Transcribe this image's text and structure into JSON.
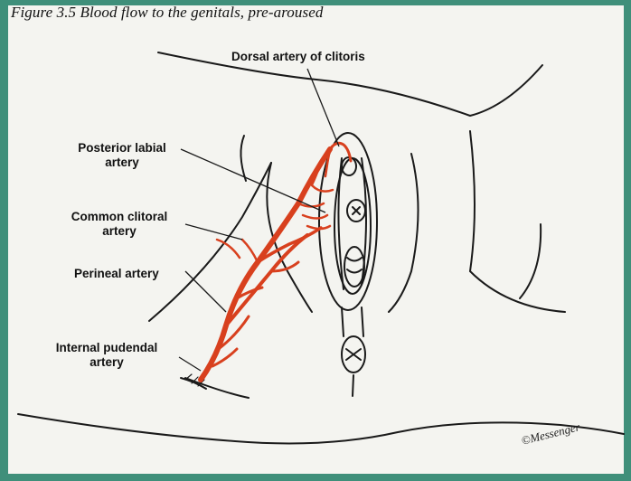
{
  "figure": {
    "title": "Figure 3.5  Blood flow to the genitals, pre-aroused",
    "signature": "©Messenger"
  },
  "labels": {
    "dorsal_artery": "Dorsal artery of clitoris",
    "posterior_labial_1": "Posterior labial",
    "posterior_labial_2": "artery",
    "common_clitoral_1": "Common clitoral",
    "common_clitoral_2": "artery",
    "perineal": "Perineal artery",
    "internal_pudendal_1": "Internal pudendal",
    "internal_pudendal_2": "artery"
  },
  "colors": {
    "frame": "#3f8f7a",
    "background": "#f4f4f0",
    "line": "#1a1a1a",
    "artery": "#d8401e"
  }
}
